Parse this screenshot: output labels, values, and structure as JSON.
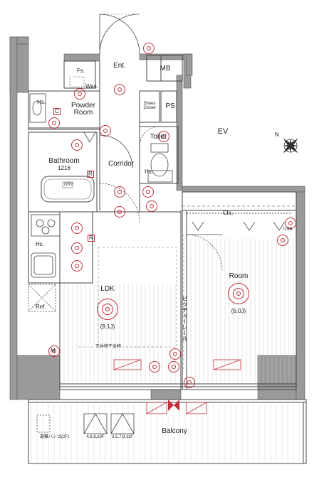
{
  "rooms": {
    "entrance": "Ent.",
    "mb": "MB",
    "ps": "PS",
    "ev": "EV",
    "shoes_closet": "Shoes Closet",
    "fs": "Fs.",
    "was": "Was.",
    "powder_room": "Powder Room",
    "hs_powder": "Hs.",
    "c_box": "C",
    "toilet": "Toilet",
    "hs_toilet": "Hs.",
    "bathroom": "Bathroom",
    "bathroom_size": "1216",
    "r_bath": "R",
    "corridor": "Corridor",
    "r_kitchen": "R",
    "clo": "Clo.",
    "hs_kitchen": "Hs.",
    "ref": "Ref.",
    "m_mark": "M",
    "ldk": "LDK",
    "ldk_size": "(9.1J)",
    "room": "Room",
    "room_size": "(6.0J)",
    "ceiling_hanger": "天井物干金物",
    "picture_rail": "ピクチャーレール",
    "balcony": "Balcony",
    "escape_ladder": "避難ハシゴ(2F)",
    "floors_left": "4,6,8,10F",
    "floors_right": "3,5,7,9,11F",
    "usb": "USB",
    "gry": "GRY"
  },
  "compass": {
    "north_label": "N"
  },
  "colors": {
    "wall": "#9a9a9a",
    "line": "#444444",
    "electric": "#c0303a",
    "balcony_fill": "#ffffff"
  }
}
